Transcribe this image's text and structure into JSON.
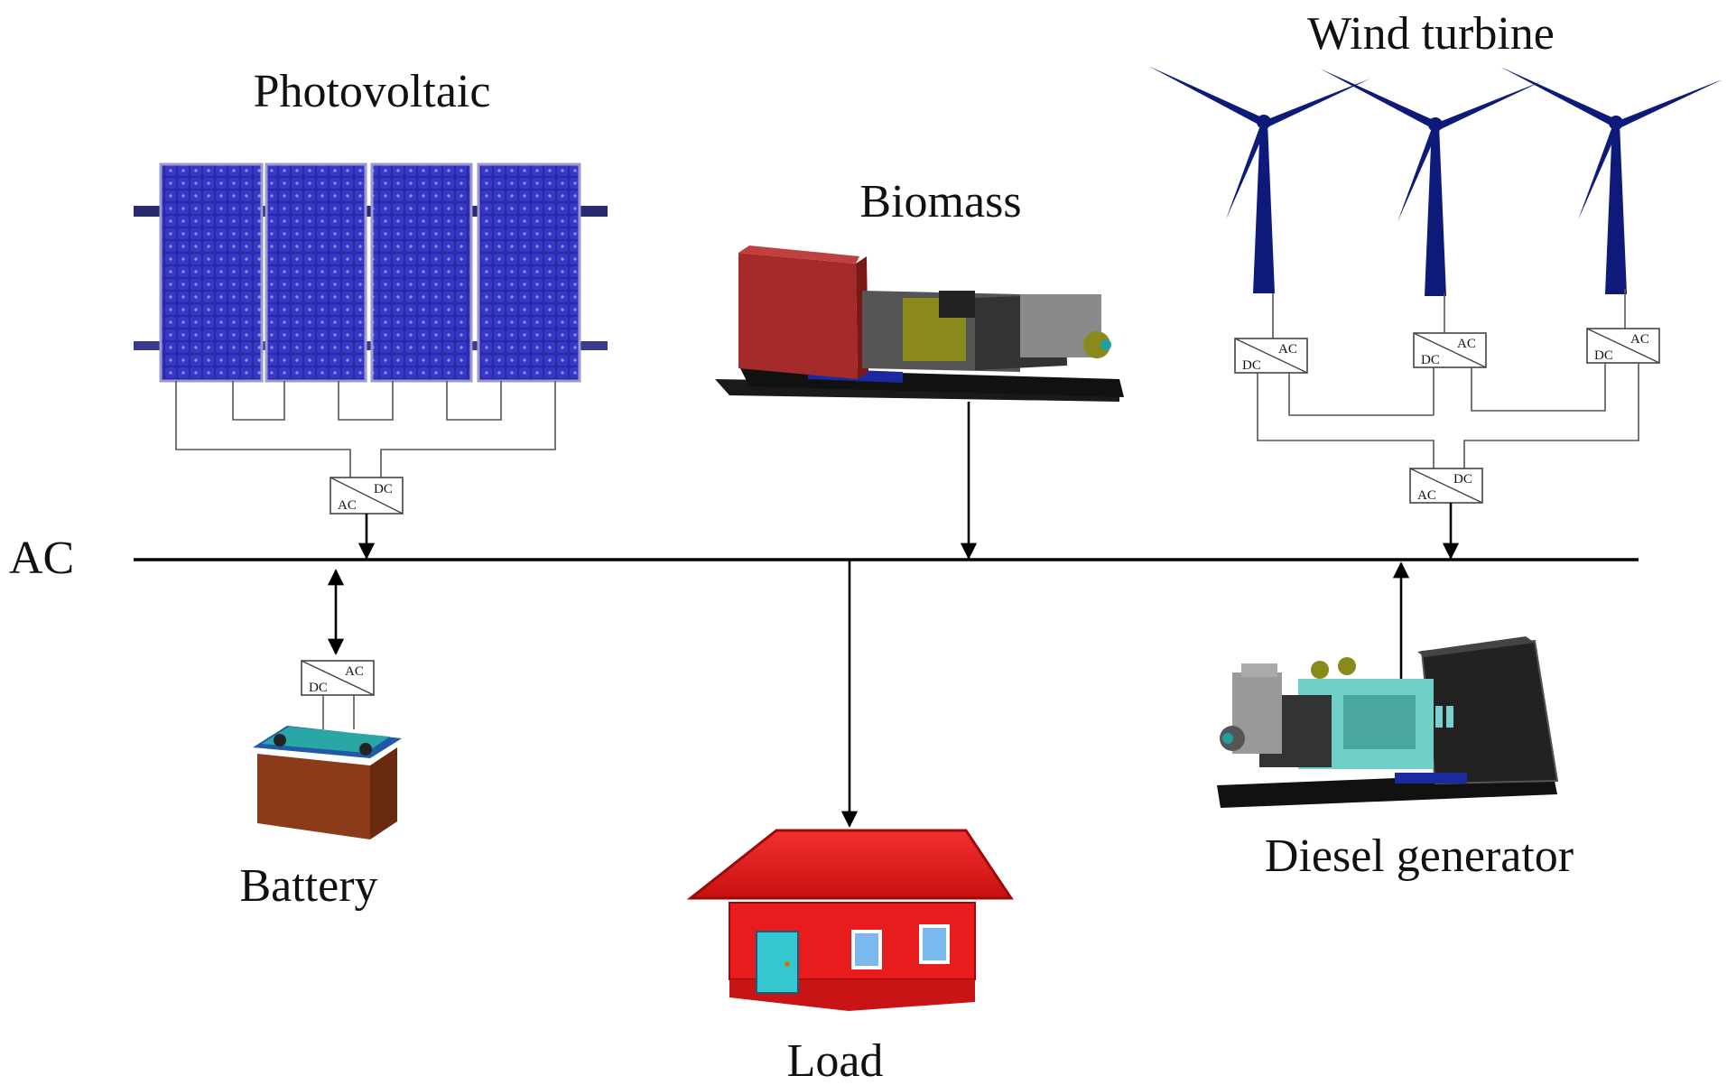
{
  "labels": {
    "photovoltaic": "Photovoltaic",
    "biomass": "Biomass",
    "wind_turbine": "Wind turbine",
    "ac_bus": "AC",
    "battery": "Battery",
    "load": "Load",
    "diesel_generator": "Diesel generator"
  },
  "converters": {
    "ac": "AC",
    "dc": "DC"
  },
  "colors": {
    "panel_blue": "#2b2bb8",
    "panel_frame": "#8c8cc8",
    "turbine_navy": "#0d1a7a",
    "biomass_red": "#a52a2a",
    "house_red": "#e81c1c",
    "battery_brown": "#8b3a1a",
    "battery_teal": "#2aa6a6",
    "diesel_teal": "#6fd0c8",
    "line": "#000000"
  },
  "icons": [
    "solar-panel-icon",
    "biomass-generator-icon",
    "wind-turbine-icon",
    "battery-icon",
    "house-icon",
    "diesel-generator-icon",
    "converter-icon"
  ]
}
